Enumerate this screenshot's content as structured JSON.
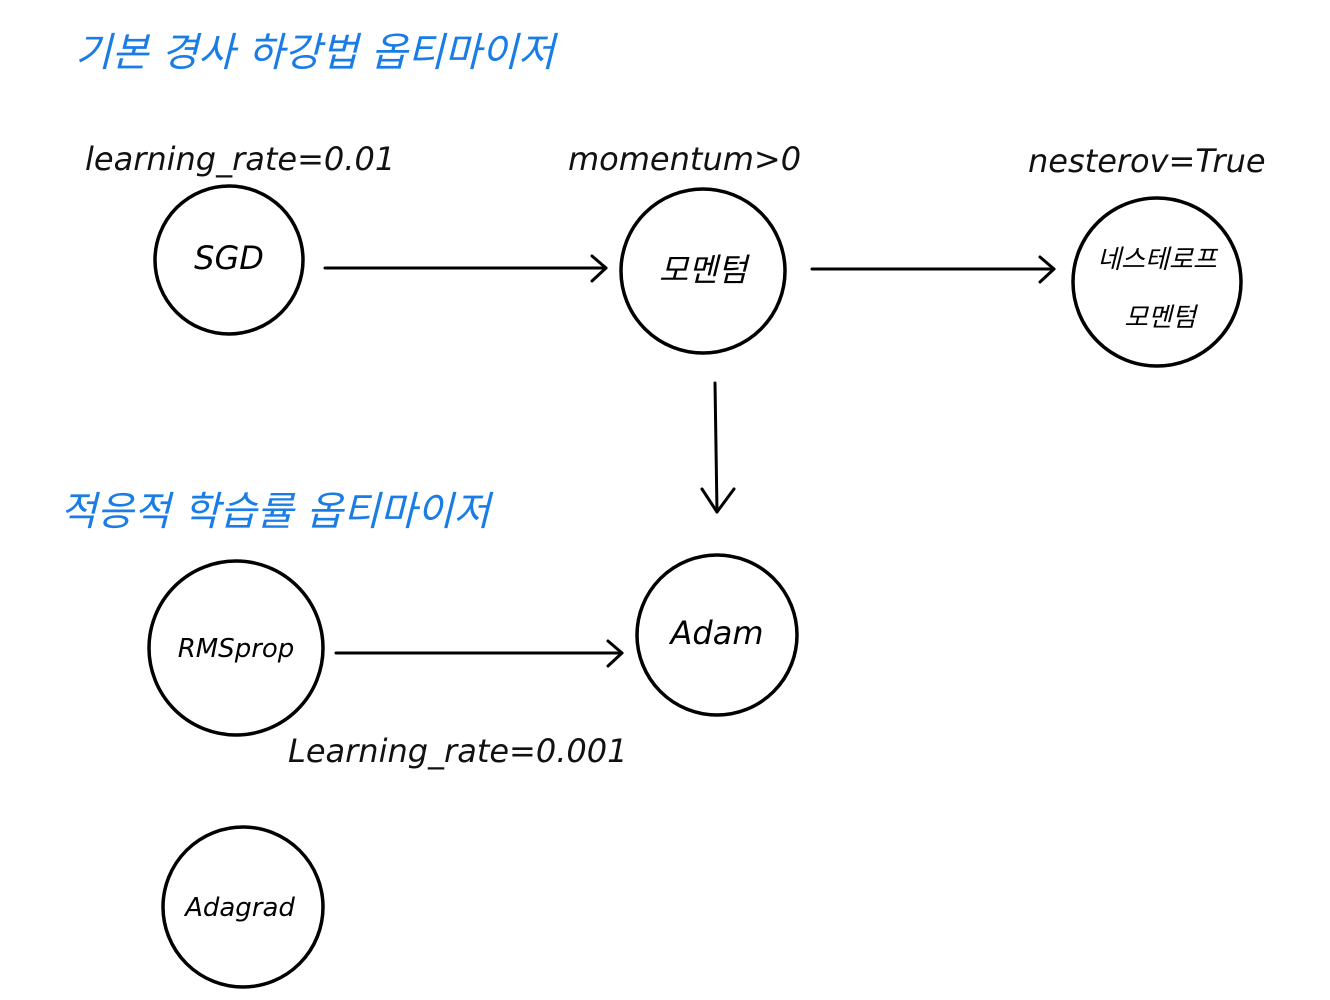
{
  "headings": {
    "basic": "기본 경사 하강법 옵티마이저",
    "adaptive": "적응적 학습률 옵티마이저"
  },
  "annotations": {
    "sgd_lr": "learning_rate=0.01",
    "momentum_cond": "momentum>0",
    "nesterov_cond": "nesterov=True",
    "rmsprop_lr": "Learning_rate=0.001"
  },
  "nodes": {
    "sgd": "SGD",
    "momentum": "모멘텀",
    "nesterov_line1": "네스테로프",
    "nesterov_line2": "모멘텀",
    "adam": "Adam",
    "rmsprop": "RMSprop",
    "adagrad": "Adagrad"
  },
  "colors": {
    "heading": "#1a7de6",
    "ink": "#000000"
  }
}
